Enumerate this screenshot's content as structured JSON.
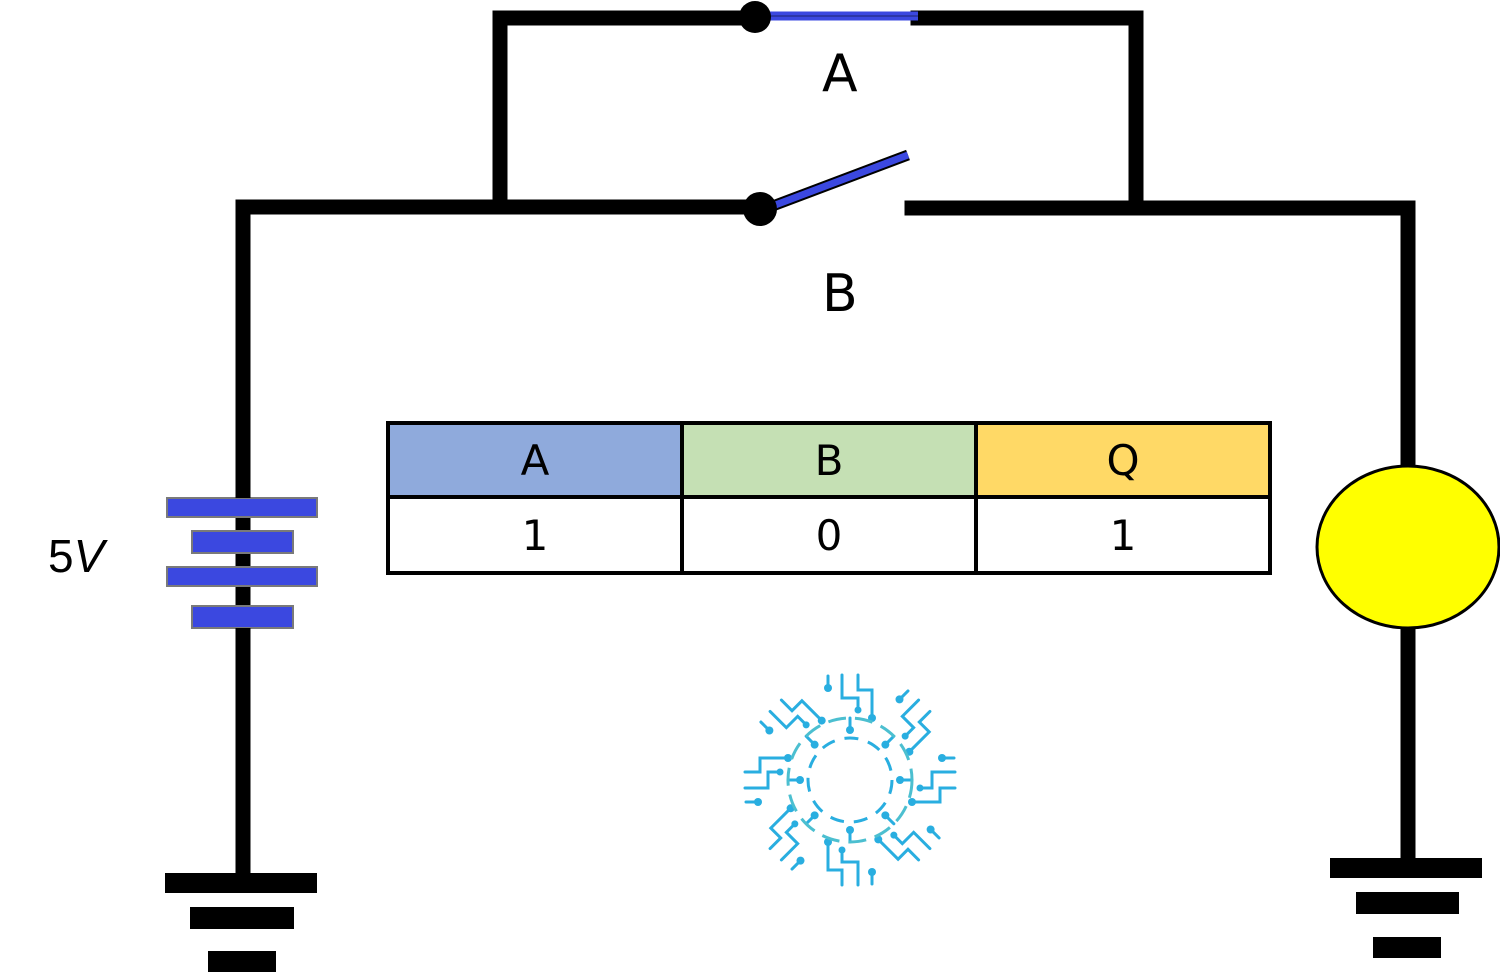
{
  "diagram": {
    "switch_a_label": "A",
    "switch_b_label": "B",
    "supply": {
      "value": "5",
      "unit": "V"
    },
    "lamp_color": "#ffff00",
    "wire_color": "#000000",
    "switch_color": "#3b48e0",
    "battery_color": "#3b48e0",
    "logo_color": "#29aee0",
    "logo_icon": "circuit-gear-logo"
  },
  "truth_table": {
    "headers": [
      {
        "label": "A",
        "color": "#8faadc"
      },
      {
        "label": "B",
        "color": "#c5e0b4"
      },
      {
        "label": "Q",
        "color": "#ffd966"
      }
    ],
    "rows": [
      [
        "1",
        "0",
        "1"
      ]
    ]
  }
}
